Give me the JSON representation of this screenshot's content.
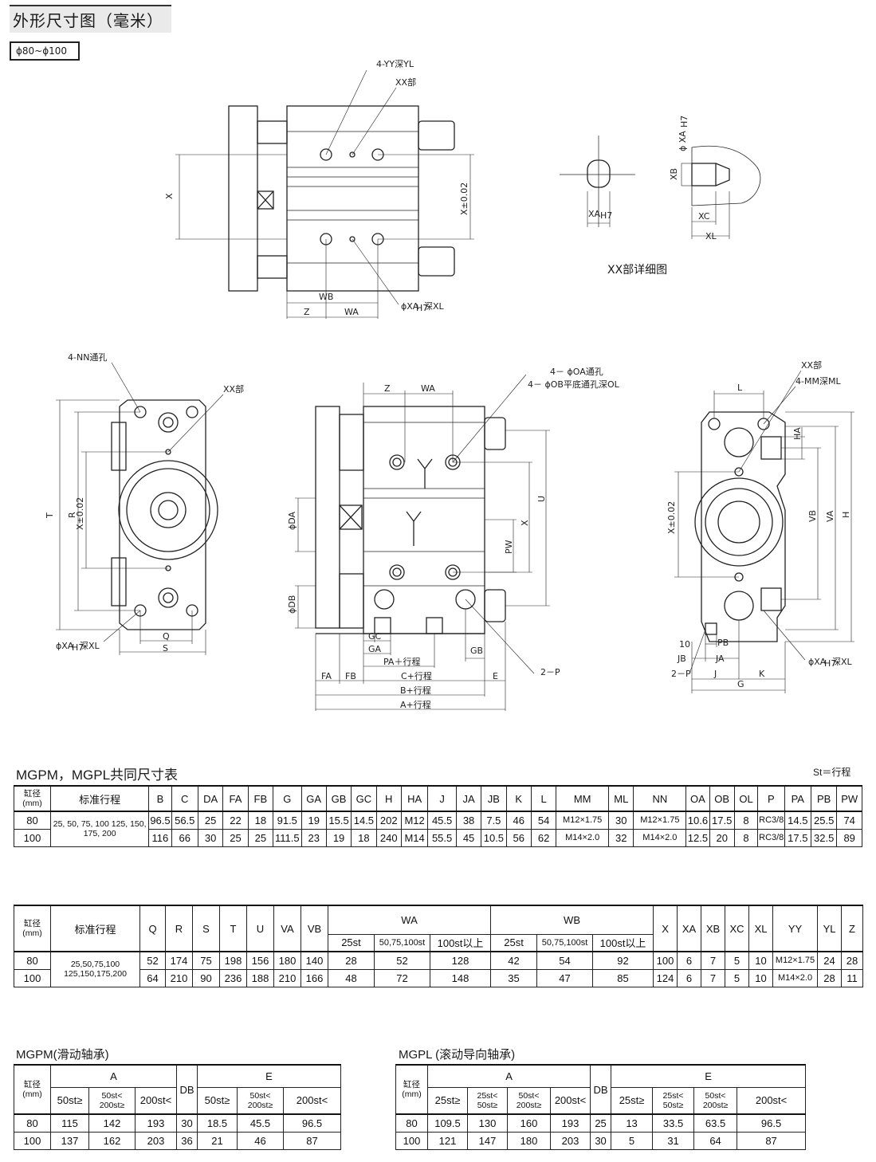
{
  "header": {
    "title": "外形尺寸图（毫米）",
    "range": "ϕ80~ϕ100"
  },
  "labels": {
    "top_view": [
      "4-YY深YL",
      "XX部",
      "X",
      "X±0.02",
      "WB",
      "Z",
      "WA",
      "ϕXA",
      "H7",
      "深XL"
    ],
    "detail": [
      "XA",
      "H7",
      "ϕ XA",
      "H7",
      "XB",
      "XC",
      "XL"
    ],
    "detail_caption": "XX部详细图",
    "front": [
      "4-NN通孔",
      "XX部",
      "T",
      "R",
      "X±0.02",
      "Q",
      "S",
      "ϕXA",
      "H7",
      "深XL"
    ],
    "side": [
      "Z",
      "WA",
      "4－ ϕOA通孔",
      "4－ ϕOB平底通孔深OL",
      "ϕDA",
      "ϕDB",
      "U",
      "X",
      "PW",
      "GC",
      "GA",
      "GB",
      "PA＋行程",
      "FA",
      "FB",
      "C+行程",
      "E",
      "B+行程",
      "A+行程",
      "2－P"
    ],
    "rear": [
      "XX部",
      "4-MM深ML",
      "L",
      "HA",
      "X±0.02",
      "VB",
      "VA",
      "H",
      "10",
      "PB",
      "JB",
      "JA",
      "2－P",
      "J",
      "K",
      "G",
      "ϕXA",
      "H7",
      "深XL"
    ]
  },
  "table1": {
    "title": "MGPM，MGPL共同尺寸表",
    "note": "St＝行程",
    "headers": [
      "缸径(mm)",
      "标准行程",
      "B",
      "C",
      "DA",
      "FA",
      "FB",
      "G",
      "GA",
      "GB",
      "GC",
      "H",
      "HA",
      "J",
      "JA",
      "JB",
      "K",
      "L",
      "MM",
      "ML",
      "NN",
      "OA",
      "OB",
      "OL",
      "P",
      "PA",
      "PB",
      "PW"
    ],
    "strokes": "25, 50, 75, 100 125, 150, 175, 200",
    "rows": [
      [
        "80",
        "96.5",
        "56.5",
        "25",
        "22",
        "18",
        "91.5",
        "19",
        "15.5",
        "14.5",
        "202",
        "M12",
        "45.5",
        "38",
        "7.5",
        "46",
        "54",
        "M12×1.75",
        "30",
        "M12×1.75",
        "10.6",
        "17.5",
        "8",
        "RC3/8",
        "14.5",
        "25.5",
        "74"
      ],
      [
        "100",
        "116",
        "66",
        "30",
        "25",
        "25",
        "111.5",
        "23",
        "19",
        "18",
        "240",
        "M14",
        "55.5",
        "45",
        "10.5",
        "56",
        "62",
        "M14×2.0",
        "32",
        "M14×2.0",
        "12.5",
        "20",
        "8",
        "RC3/8",
        "17.5",
        "32.5",
        "89"
      ]
    ]
  },
  "table2": {
    "headers": [
      "缸径(mm)",
      "标准行程",
      "Q",
      "R",
      "S",
      "T",
      "U",
      "VA",
      "VB",
      "WA",
      "WB",
      "X",
      "XA",
      "XB",
      "XC",
      "XL",
      "YY",
      "YL",
      "Z"
    ],
    "sub_headers": [
      "25st",
      "50,75,100st",
      "100st以上",
      "25st",
      "50,75,100st",
      "100st以上"
    ],
    "strokes": "25,50,75,100 125,150,175,200",
    "rows": [
      [
        "80",
        "52",
        "174",
        "75",
        "198",
        "156",
        "180",
        "140",
        "28",
        "52",
        "128",
        "42",
        "54",
        "92",
        "100",
        "6",
        "7",
        "5",
        "10",
        "M12×1.75",
        "24",
        "28"
      ],
      [
        "100",
        "64",
        "210",
        "90",
        "236",
        "188",
        "210",
        "166",
        "48",
        "72",
        "148",
        "35",
        "47",
        "85",
        "124",
        "6",
        "7",
        "5",
        "10",
        "M14×2.0",
        "28",
        "11"
      ]
    ]
  },
  "table3": {
    "title": "MGPM(滑动轴承)",
    "headers": [
      "缸径(mm)",
      "A",
      "DB",
      "E"
    ],
    "sub_headers": [
      "50st≥",
      "50st< 200st≥",
      "200st<",
      "50st≥",
      "50st< 200st≥",
      "200st<"
    ],
    "rows": [
      [
        "80",
        "115",
        "142",
        "193",
        "30",
        "18.5",
        "45.5",
        "96.5"
      ],
      [
        "100",
        "137",
        "162",
        "203",
        "36",
        "21",
        "46",
        "87"
      ]
    ]
  },
  "table4": {
    "title": "MGPL (滚动导向轴承)",
    "headers": [
      "缸径(mm)",
      "A",
      "DB",
      "E"
    ],
    "sub_headers": [
      "25st≥",
      "25st< 50st≥",
      "50st< 200st≥",
      "200st<",
      "25st≥",
      "25st< 50st≥",
      "50st< 200st≥",
      "200st<"
    ],
    "rows": [
      [
        "80",
        "109.5",
        "130",
        "160",
        "193",
        "25",
        "13",
        "33.5",
        "63.5",
        "96.5"
      ],
      [
        "100",
        "121",
        "147",
        "180",
        "203",
        "30",
        "5",
        "31",
        "64",
        "87"
      ]
    ]
  }
}
